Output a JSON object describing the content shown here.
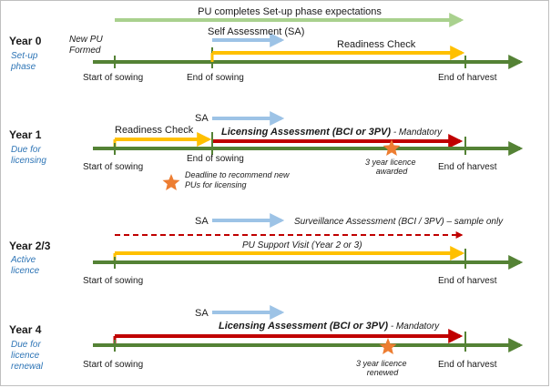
{
  "colors": {
    "timeline_green": "#548235",
    "light_green": "#a9d18e",
    "yellow": "#ffc000",
    "light_blue": "#9dc3e6",
    "red": "#c00000",
    "star_orange": "#ed7d31",
    "subtitle_blue": "#2e75b6"
  },
  "top_banner": {
    "label": "PU completes Set-up phase expectations"
  },
  "rows": [
    {
      "year": "Year 0",
      "phase_lines": [
        "Set-up",
        "phase"
      ],
      "new_pu_lines": [
        "New PU",
        "Formed"
      ],
      "sa_label": "Self Assessment (SA)",
      "readiness_label": "Readiness Check",
      "start_label": "Start of sowing",
      "end_sowing_label": "End of sowing",
      "end_harvest_label": "End of harvest"
    },
    {
      "year": "Year 1",
      "phase_lines": [
        "Due for",
        "licensing"
      ],
      "sa_label": "SA",
      "readiness_label": "Readiness Check",
      "assessment_bold": "Licensing Assessment (BCI or 3PV)",
      "assessment_suffix": " - Mandatory",
      "start_label": "Start of sowing",
      "end_sowing_label": "End of sowing",
      "end_harvest_label": "End of harvest",
      "licence_lines": [
        "3 year licence",
        "awarded"
      ],
      "deadline_lines": [
        "Deadline to recommend new",
        "PUs for licensing"
      ]
    },
    {
      "year": "Year 2/3",
      "phase_lines": [
        "Active",
        "licence"
      ],
      "sa_label": "SA",
      "surveillance_label": "Surveillance Assessment (BCI / 3PV) – sample only",
      "support_label": "PU Support Visit (Year 2 or 3)",
      "start_label": "Start of sowing",
      "end_harvest_label": "End of harvest"
    },
    {
      "year": "Year 4",
      "phase_lines": [
        "Due for",
        "licence",
        "renewal"
      ],
      "sa_label": "SA",
      "assessment_bold": "Licensing Assessment (BCI or 3PV)",
      "assessment_suffix": " - Mandatory",
      "start_label": "Start of sowing",
      "end_harvest_label": "End of harvest",
      "licence_lines": [
        "3 year licence",
        "renewed"
      ]
    }
  ]
}
